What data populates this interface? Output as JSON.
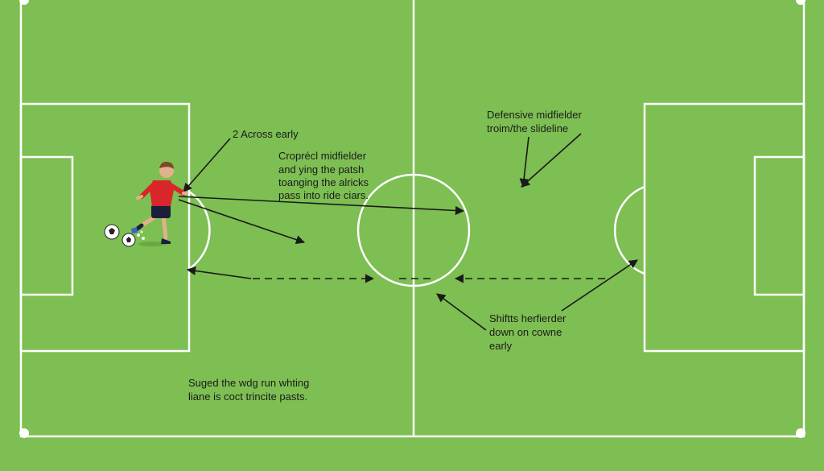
{
  "colors": {
    "grass": "#7dbf52",
    "lines": "#ffffff",
    "arrows": "#1a1a1a",
    "player_shirt": "#d8262a",
    "player_shorts": "#1b1f3a"
  },
  "annotations": {
    "across_early": "2  Across early",
    "left_mid_1": "Croprécl midfielder",
    "left_mid_2": "and ying the patsh",
    "left_mid_3": "toanging the alricks",
    "left_mid_4": "pass into ride ciars.",
    "def_mid_1": "Defensive midfielder",
    "def_mid_2": "troim/the slideline",
    "shifts_1": "Shiftts herfierder",
    "shifts_2": "down on cowne",
    "shifts_3": "early",
    "bottom_1": "Suged the wdg run whting",
    "bottom_2": "liane is coct trincite pasts."
  }
}
